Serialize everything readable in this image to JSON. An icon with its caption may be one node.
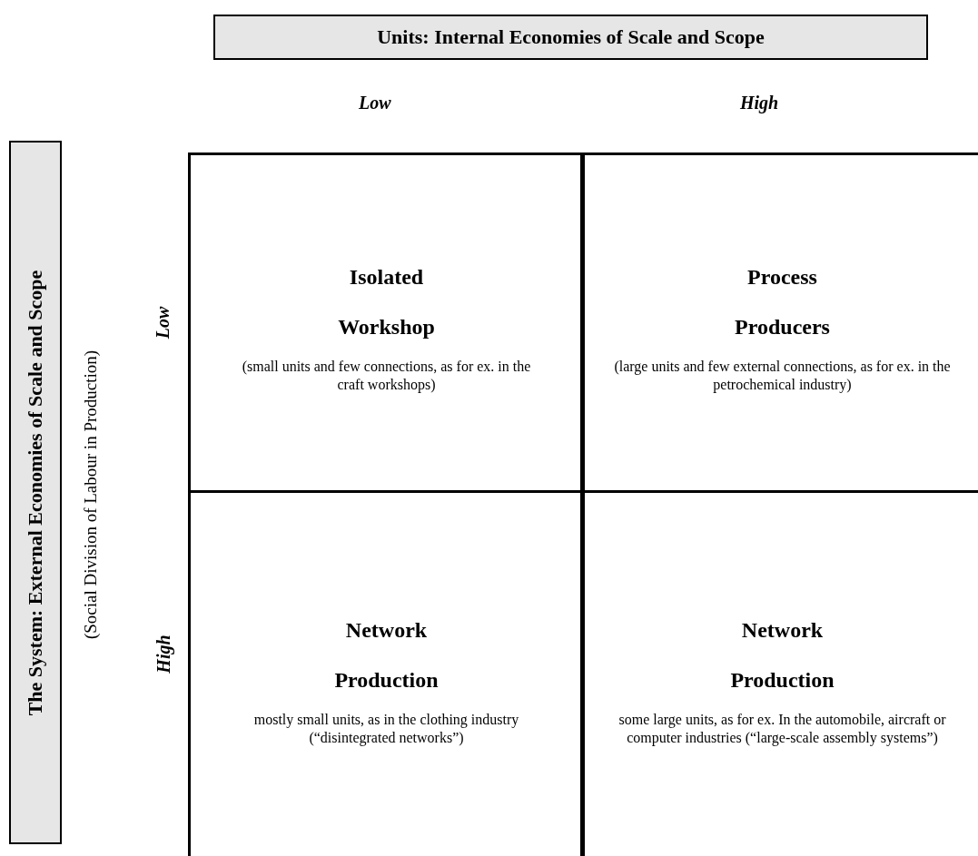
{
  "diagram": {
    "nodes": [
      {
        "text": [
          "Units: Internal Economies of Scale and Scope"
        ]
      },
      {
        "text": [
          "The System: External Economies of Scale and Scope"
        ]
      },
      {
        "text": [
          "Isolated Workshop",
          "(small units and few connections, as for ex. in the craft workshops)"
        ]
      },
      {
        "text": [
          "Process Producers",
          "(large units and few external connections, as for ex. in the petrochemical industry)"
        ]
      },
      {
        "text": [
          "Network Production",
          "mostly small units, as in the clothing industry (“disintegrated networks”)"
        ]
      },
      {
        "text": [
          "Network Production",
          "some large units, as for ex. In the automobile, aircraft or computer industries (“large-scale assembly systems”)"
        ]
      }
    ],
    "labels": [
      "Low",
      "High",
      "(Social Division of Labour in Production)",
      "Low",
      "High"
    ]
  }
}
